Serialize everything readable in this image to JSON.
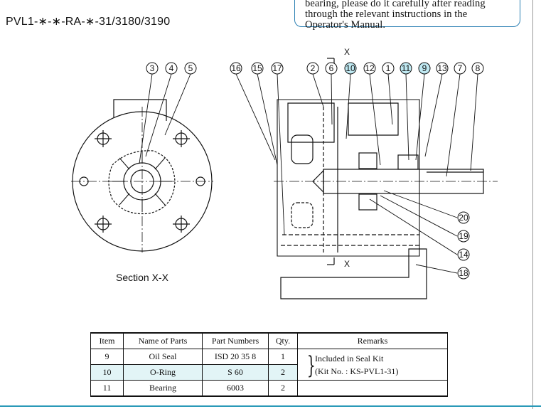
{
  "title": "PVL1-∗-∗-RA-∗-31/3180/3190",
  "note": {
    "lines": [
      "bearing, please do it carefully after reading",
      "through the relevant instructions in the",
      "Operator's Manual."
    ]
  },
  "drawing": {
    "section_label": "Section X-X",
    "x_marker": "X",
    "callouts_left": [
      "3",
      "4",
      "5"
    ],
    "callouts_top": [
      "16",
      "15",
      "17",
      "2",
      "6",
      "10",
      "12",
      "1",
      "11",
      "9",
      "13",
      "7",
      "8"
    ],
    "callouts_right": [
      "20",
      "19",
      "14",
      "18"
    ],
    "highlight_color": "#bfe9f2"
  },
  "table": {
    "headers": [
      "Item",
      "Name of Parts",
      "Part Numbers",
      "Qty.",
      "Remarks"
    ],
    "rows": [
      {
        "item": "9",
        "name": "Oil Seal",
        "part": "ISD 20 35 8",
        "qty": "1"
      },
      {
        "item": "10",
        "name": "O-Ring",
        "part": "S 60",
        "qty": "2"
      },
      {
        "item": "11",
        "name": "Bearing",
        "part": "6003",
        "qty": "2"
      }
    ],
    "remarks": [
      "Included in Seal Kit",
      "(Kit No. : KS-PVL1-31)"
    ],
    "brace": "}"
  }
}
